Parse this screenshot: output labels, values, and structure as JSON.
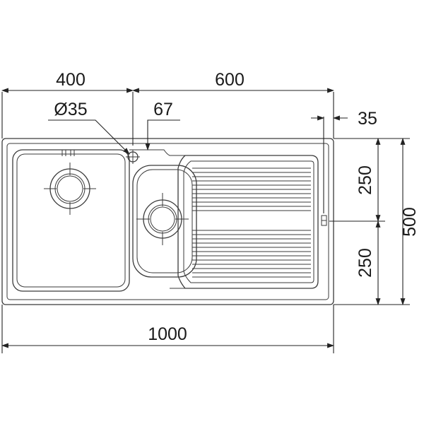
{
  "dimensions": {
    "bowl_width": "400",
    "drainer_width": "600",
    "tap_hole_diameter": "Ø35",
    "tap_offset": "67",
    "edge_offset": "35",
    "upper_half_height": "250",
    "lower_half_height": "250",
    "total_height": "500",
    "total_width": "1000"
  },
  "colors": {
    "line": "#3a3a3a",
    "text": "#1a1a1a",
    "background": "#ffffff"
  }
}
